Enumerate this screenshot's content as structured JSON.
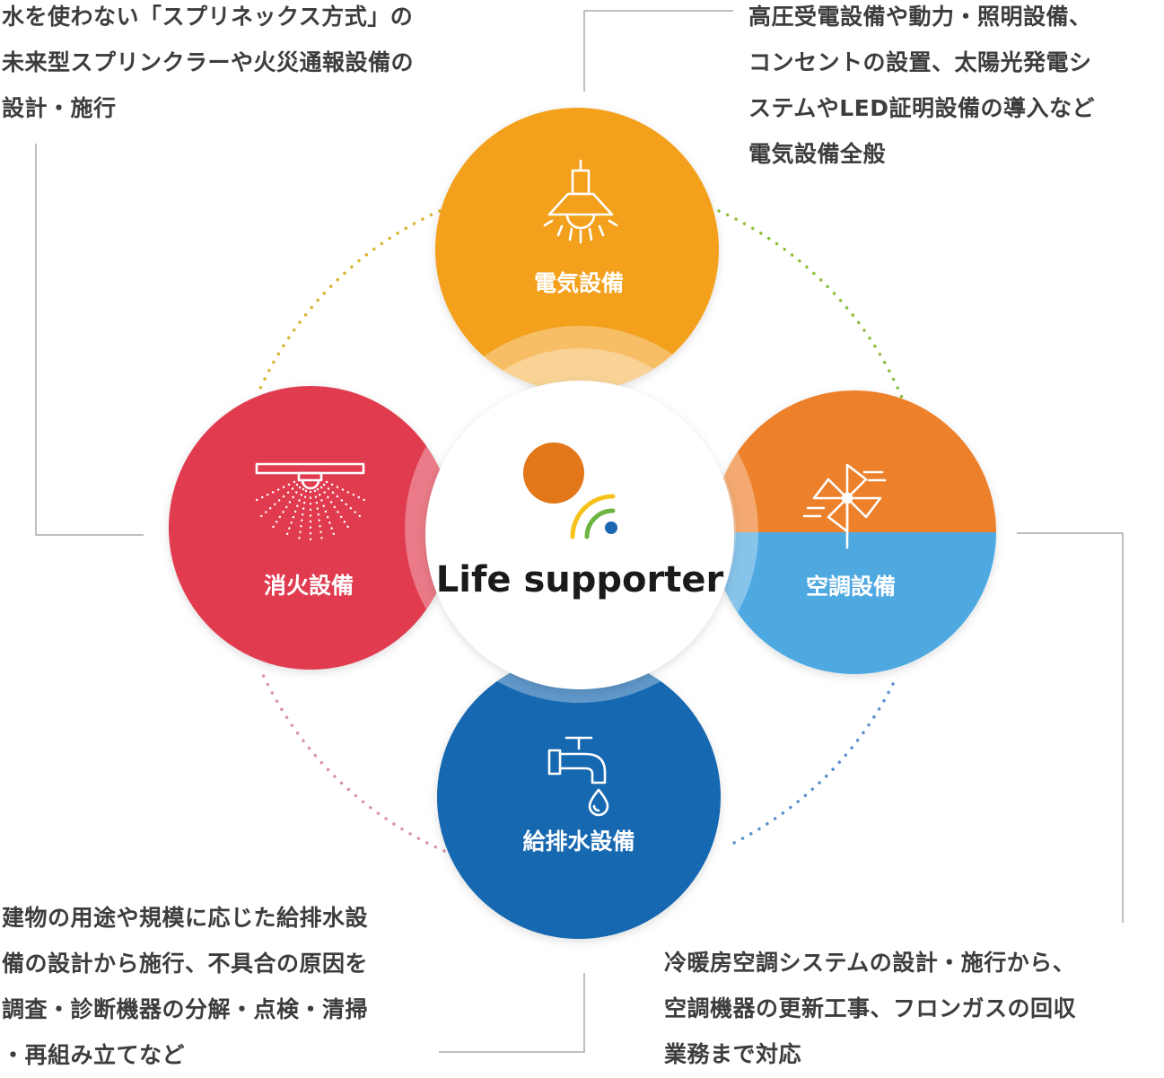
{
  "center": {
    "label": "Life supporter",
    "logo_colors": {
      "sun": "#e3781b",
      "arc_outer": "#f5c21b",
      "arc_inner": "#6cb43f",
      "dot": "#1c66b2"
    }
  },
  "services": {
    "electric": {
      "label": "電気設備",
      "icon": "pendant-lamp-icon",
      "color": "#f3a01c",
      "description": "高圧受電設備や動力・照明設備、\nコンセントの設置、太陽光発電シ\nステムやLED証明設備の導入など\n電気設備全般"
    },
    "aircon": {
      "label": "空調設備",
      "icon": "pinwheel-icon",
      "color_top": "#ed802b",
      "color_bottom": "#4ea9e1",
      "description": "冷暖房空調システムの設計・施行から、\n空調機器の更新工事、フロンガスの回収\n業務まで対応"
    },
    "water": {
      "label": "給排水設備",
      "icon": "faucet-icon",
      "color": "#1467b1",
      "description": "建物の用途や規模に応じた給排水設\n備の設計から施行、不具合の原因を\n調査・診断機器の分解・点検・清掃\n・再組み立てなど"
    },
    "sprinkler": {
      "label": "消火設備",
      "icon": "sprinkler-icon",
      "color": "#e13b50",
      "description": "水を使わない「スプリネックス方式」の\n未来型スプリンクラーや火災通報設備の\n設計・施行"
    }
  },
  "ring_colors": {
    "top_left": "#d9b52f",
    "top_right": "#8fbf3a",
    "bottom_right": "#5b8fce",
    "bottom_left": "#d990b4"
  },
  "connector_color": "#a9a9a9"
}
